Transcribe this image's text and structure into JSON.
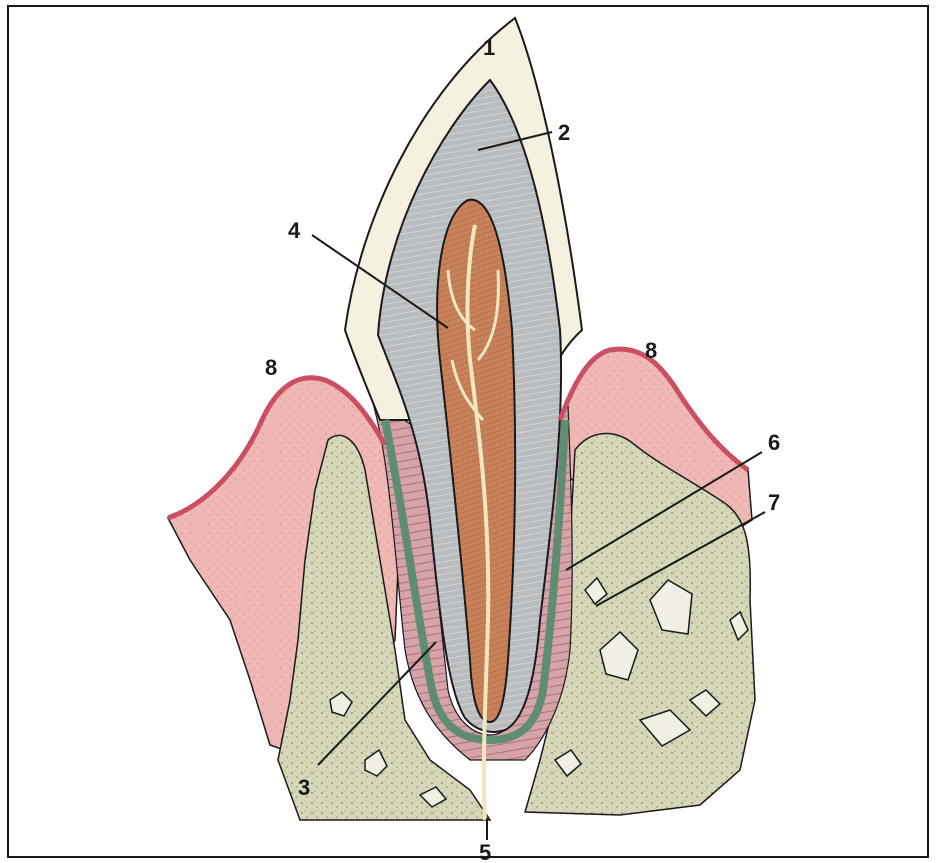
{
  "figure": {
    "kind": "anatomical illustration",
    "frame": "present",
    "callouts": [
      {
        "id": "label-1",
        "text": "1"
      },
      {
        "id": "label-2",
        "text": "2"
      },
      {
        "id": "label-3",
        "text": "3"
      },
      {
        "id": "label-4",
        "text": "4"
      },
      {
        "id": "label-5",
        "text": "5"
      },
      {
        "id": "label-6",
        "text": "6"
      },
      {
        "id": "label-7",
        "text": "7"
      },
      {
        "id": "label-8-left",
        "text": "8"
      },
      {
        "id": "label-8-right",
        "text": "8"
      }
    ]
  },
  "colors": {
    "enamel": "#f4f1de",
    "dentin": "#b9bcbf",
    "pulp": "#c8825a",
    "cementum": "#5e8d72",
    "gingiva": "#efb8b4",
    "gum_edge": "#c94f62",
    "ligament": "#d6a3a8",
    "bone": "#d6d6b9",
    "nerve": "#f0e7bf",
    "outline": "#1a1a1a"
  }
}
